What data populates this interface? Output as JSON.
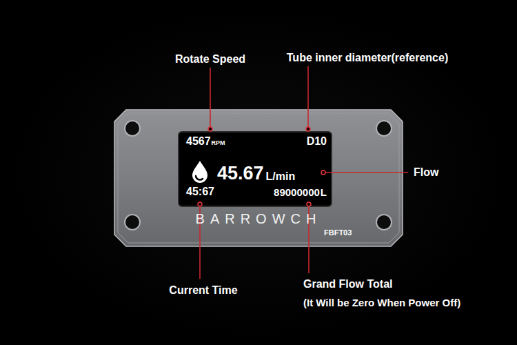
{
  "diagram": {
    "nodes": [
      {
        "text": [
          "BARROWCH",
          "FBFT03"
        ]
      },
      {
        "text": [
          "4567",
          "RPM",
          "D10",
          "45.67",
          "L/min",
          "45:67",
          "89000000",
          "L"
        ],
        "in": 0
      }
    ],
    "labels": [
      "Rotate Speed",
      "Tube inner diameter(reference)",
      "Flow",
      "Current Time",
      "Grand Flow Total",
      "(It Will be Zero When Power Off)"
    ]
  }
}
